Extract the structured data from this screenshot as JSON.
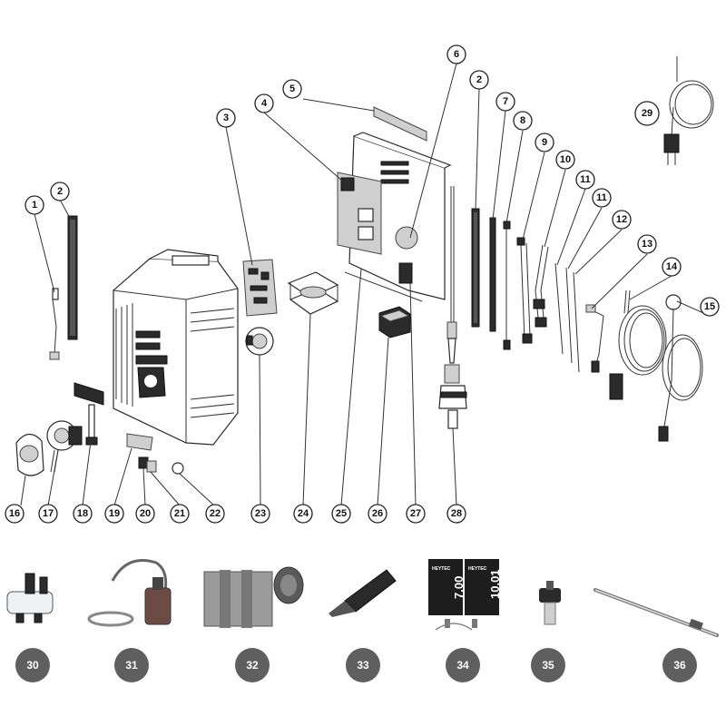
{
  "callouts": [
    "1",
    "2",
    "3",
    "4",
    "5",
    "6",
    "2",
    "7",
    "8",
    "9",
    "10",
    "11",
    "11",
    "12",
    "13",
    "14",
    "15",
    "16",
    "17",
    "18",
    "19",
    "20",
    "21",
    "22",
    "23",
    "24",
    "25",
    "26",
    "27",
    "28",
    "29"
  ],
  "badges": [
    "30",
    "31",
    "32",
    "33",
    "34",
    "35",
    "36"
  ],
  "product_labels": {
    "brand_left": "HEYTEC",
    "brand_right": "HEYTEC",
    "value_left": "7.00",
    "value_right": "10.01"
  },
  "colors": {
    "badge_fill": "#5f5f5f",
    "line": "#222222",
    "background": "#ffffff"
  }
}
